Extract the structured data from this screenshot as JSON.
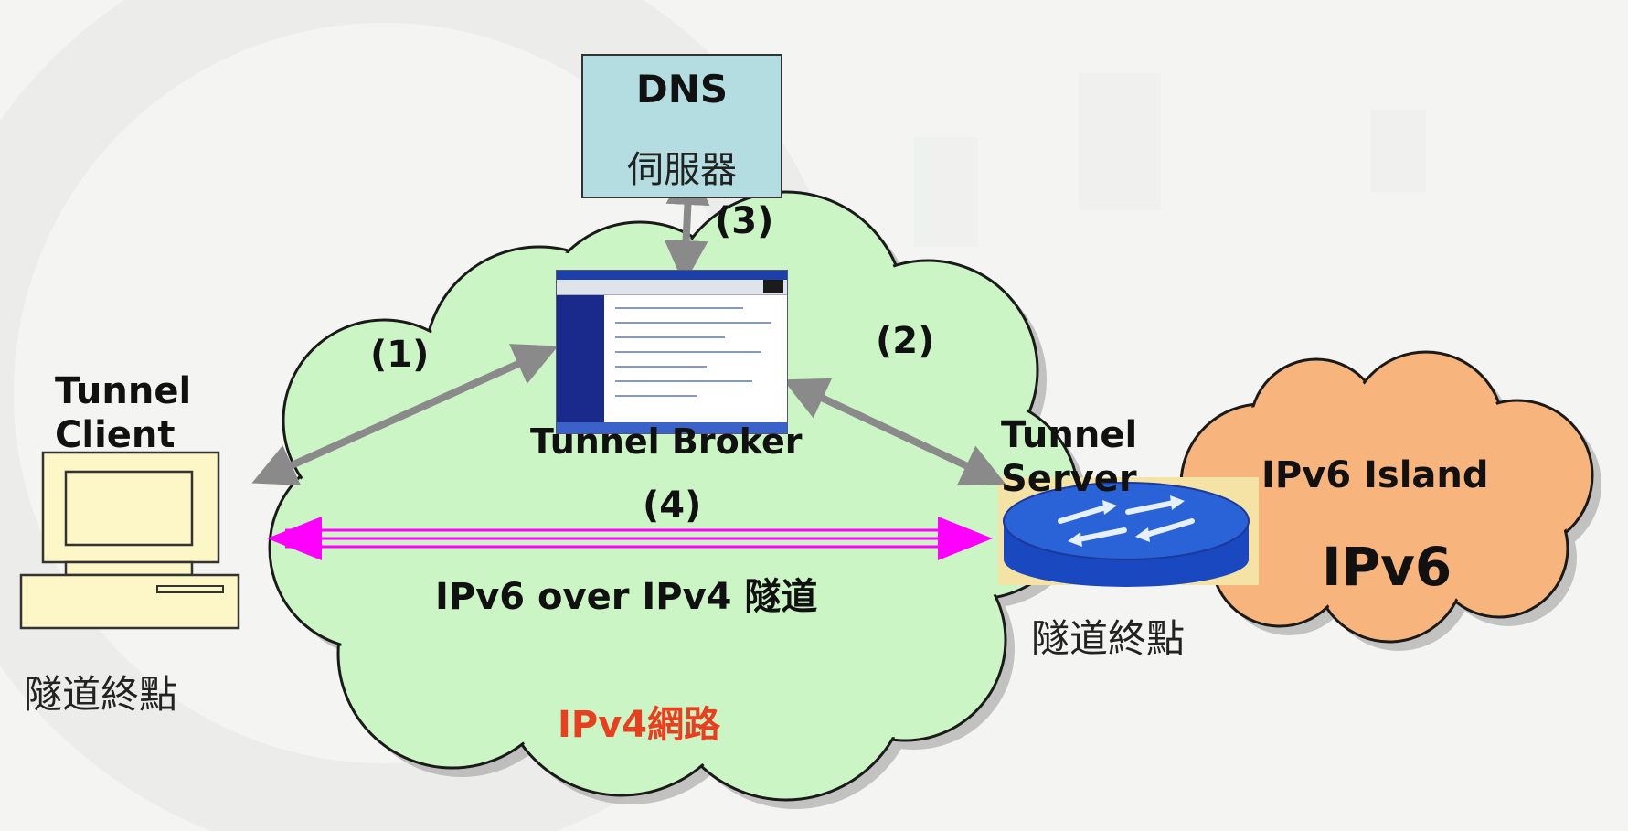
{
  "nodes": {
    "dns": {
      "title": "DNS",
      "subtitle": "伺服器"
    },
    "tunnel_client": {
      "label_line1": "Tunnel",
      "label_line2": "Client",
      "endpoint_label": "隧道終點"
    },
    "tunnel_broker": {
      "label": "Tunnel Broker"
    },
    "tunnel_server": {
      "label_line1": "Tunnel",
      "label_line2": "Server",
      "endpoint_label": "隧道終點"
    },
    "ipv6_island": {
      "label": "IPv6 Island",
      "big_label": "IPv6"
    },
    "ipv4_network": {
      "label": "IPv4網路"
    }
  },
  "steps": {
    "step1": "(1)",
    "step2": "(2)",
    "step3": "(3)",
    "step4": "(4)"
  },
  "tunnel": {
    "label": "IPv6 over IPv4 隧道"
  },
  "colors": {
    "ipv4_cloud_fill": "#ccf5c6",
    "ipv6_cloud_fill": "#f7b47d",
    "dns_box_fill": "#b3dde0",
    "arrow_gray": "#8a8a8a",
    "tunnel_magenta": "#ff00ff",
    "ipv4_label_color": "#e8401e",
    "router_blue": "#2a62d8",
    "pc_fill": "#fdf6c6"
  },
  "icons": {
    "client": "desktop-computer-icon",
    "server": "router-icon",
    "broker": "browser-window-icon"
  }
}
